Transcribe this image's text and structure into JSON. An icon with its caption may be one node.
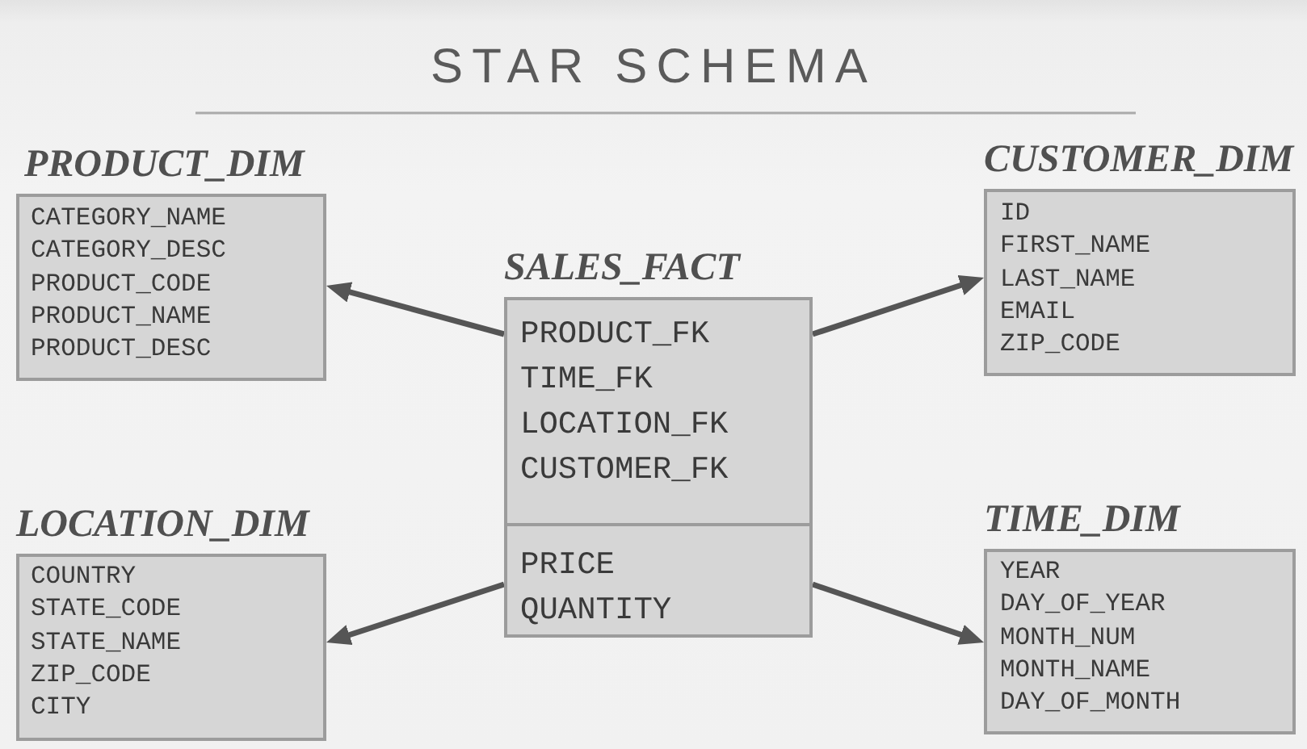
{
  "diagram": {
    "title": "STAR SCHEMA",
    "nodes": [
      {
        "text": [
          "PRODUCT_DIM",
          "CATEGORY_NAME",
          "CATEGORY_DESC",
          "PRODUCT_CODE",
          "PRODUCT_NAME",
          "PRODUCT_DESC"
        ]
      },
      {
        "text": [
          "CUSTOMER_DIM",
          "ID",
          "FIRST_NAME",
          "LAST_NAME",
          "EMAIL",
          "ZIP_CODE"
        ]
      },
      {
        "text": [
          "SALES_FACT"
        ]
      },
      {
        "text": [
          "PRODUCT_FK",
          "TIME_FK",
          "LOCATION_FK",
          "CUSTOMER_FK"
        ],
        "in": 2
      },
      {
        "text": [
          "PRICE",
          "QUANTITY"
        ],
        "in": 2
      },
      {
        "text": [
          "LOCATION_DIM",
          "COUNTRY",
          "STATE_CODE",
          "STATE_NAME",
          "ZIP_CODE",
          "CITY"
        ]
      },
      {
        "text": [
          "TIME_DIM",
          "YEAR",
          "DAY_OF_YEAR",
          "MONTH_NUM",
          "MONTH_NAME",
          "DAY_OF_MONTH"
        ]
      }
    ],
    "edges": [
      {
        "from": 2,
        "to": 0,
        "arrow": "to"
      },
      {
        "from": 2,
        "to": 1,
        "arrow": "to"
      },
      {
        "from": 2,
        "to": 5,
        "arrow": "to"
      },
      {
        "from": 2,
        "to": 6,
        "arrow": "to"
      }
    ]
  }
}
